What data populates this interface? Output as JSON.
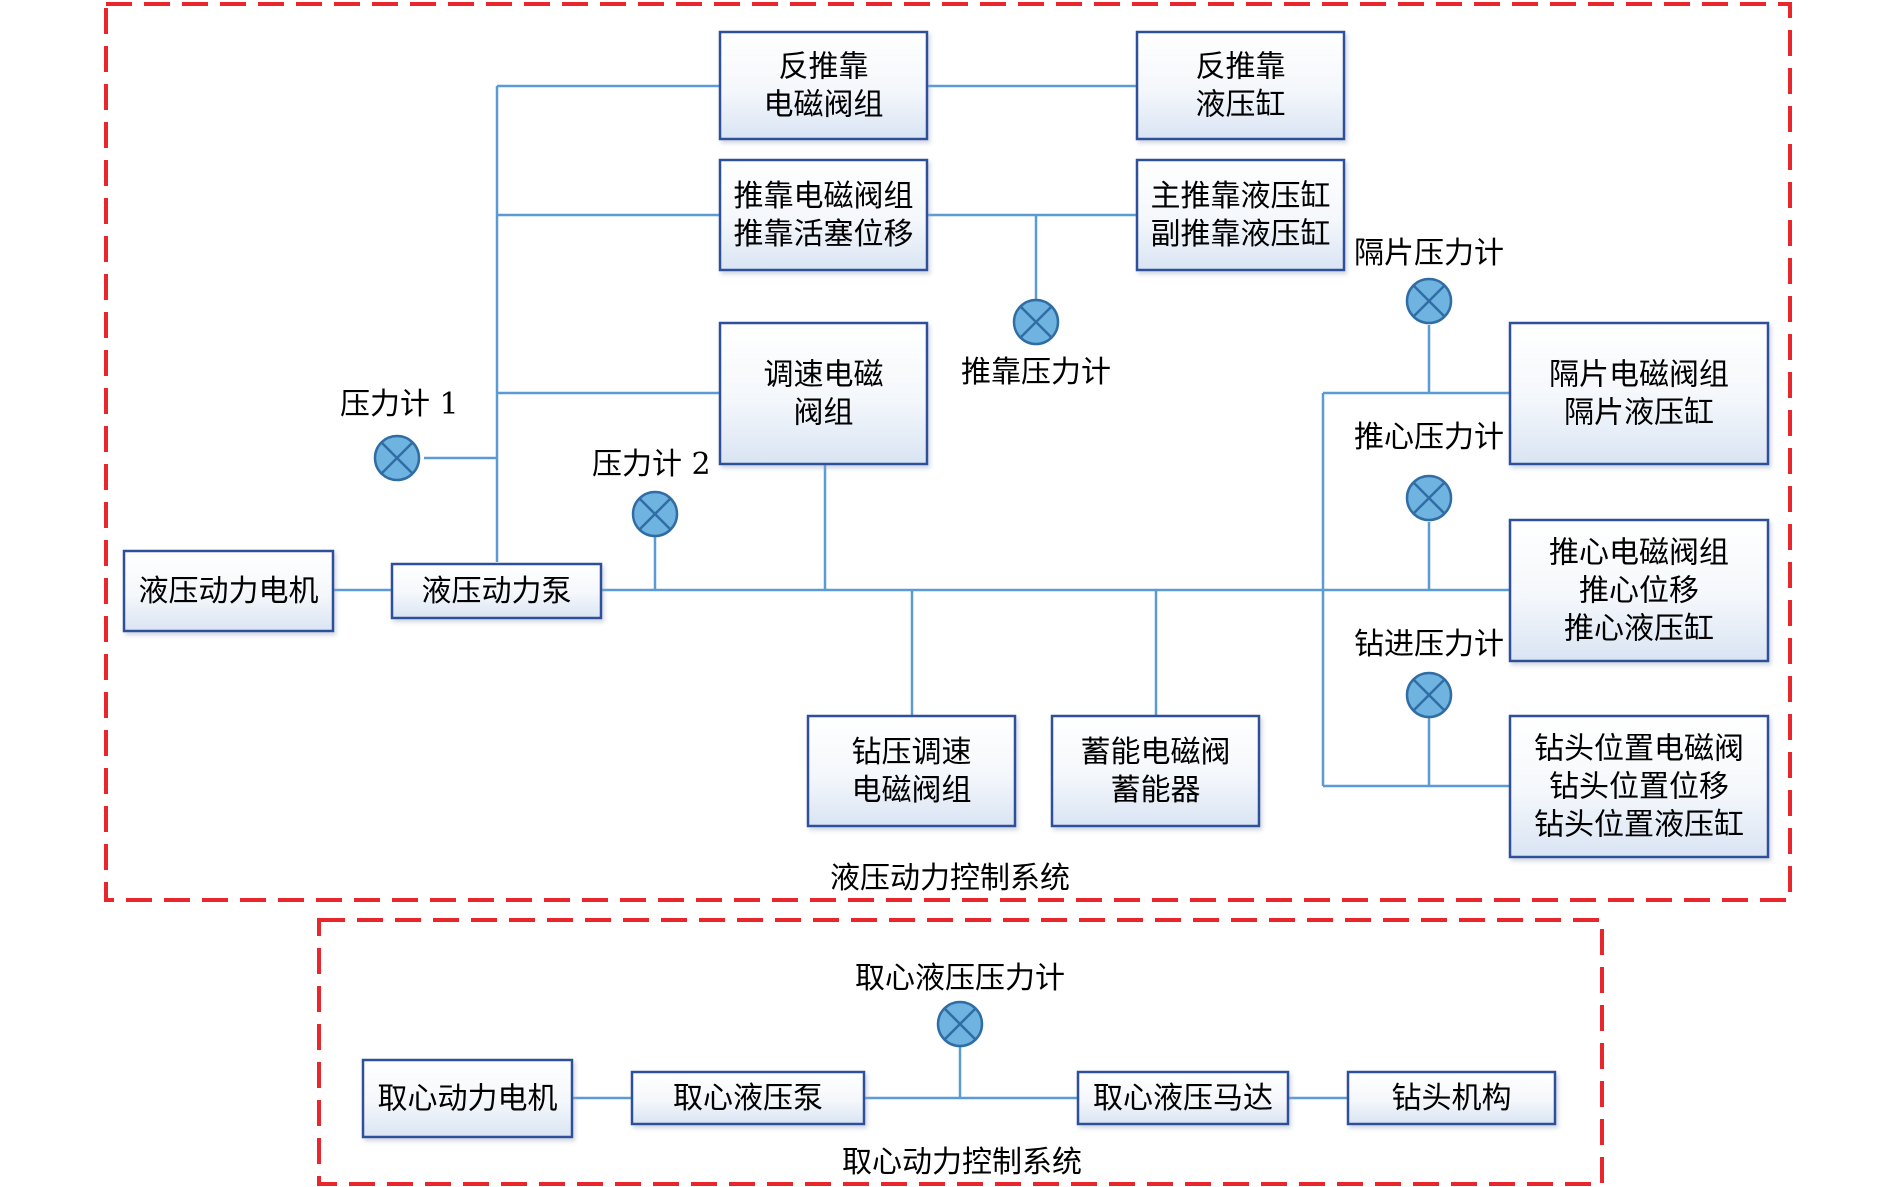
{
  "colors": {
    "line": "#5b9bd5",
    "box_border": "#2e4f99",
    "box_fill_top": "#ffffff",
    "box_fill_bottom": "#d9e4f3",
    "gauge_fill": "#6fb3e0",
    "gauge_stroke": "#2f6da4",
    "dash": "#e8262c"
  },
  "systems": {
    "hydraulic": {
      "title": "液压动力控制系统"
    },
    "coring": {
      "title": "取心动力控制系统"
    }
  },
  "boxes": {
    "hyd_motor": [
      "液压动力电机"
    ],
    "hyd_pump": [
      "液压动力泵"
    ],
    "reverse_valve": [
      "反推靠",
      "电磁阀组"
    ],
    "reverse_cyl": [
      "反推靠",
      "液压缸"
    ],
    "push_valve": [
      "推靠电磁阀组",
      "推靠活塞位移"
    ],
    "push_cyl": [
      "主推靠液压缸",
      "副推靠液压缸"
    ],
    "speed_valve": [
      "调速电磁",
      "阀组"
    ],
    "drill_speed_valve": [
      "钻压调速",
      "电磁阀组"
    ],
    "accumulator": [
      "蓄能电磁阀",
      "蓄能器"
    ],
    "diaphragm": [
      "隔片电磁阀组",
      "隔片液压缸"
    ],
    "core_push": [
      "推心电磁阀组",
      "推心位移",
      "推心液压缸"
    ],
    "bit_position": [
      "钻头位置电磁阀",
      "钻头位置位移",
      "钻头位置液压缸"
    ],
    "core_motor": [
      "取心动力电机"
    ],
    "core_pump": [
      "取心液压泵"
    ],
    "core_hyd_motor": [
      "取心液压马达"
    ],
    "bit_mechanism": [
      "钻头机构"
    ]
  },
  "gauges": {
    "g1": "压力计 1",
    "g2": "压力计 2",
    "push": "推靠压力计",
    "diaphragm": "隔片压力计",
    "core_push": "推心压力计",
    "drill": "钻进压力计",
    "coring": "取心液压压力计"
  }
}
